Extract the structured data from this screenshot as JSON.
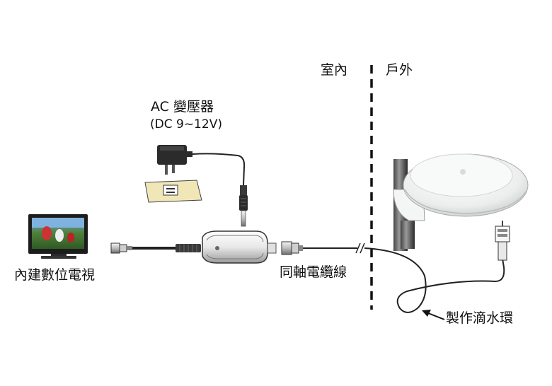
{
  "labels": {
    "indoor": "室內",
    "outdoor": "戶外",
    "adapter_title": "AC 變壓器",
    "adapter_spec": "(DC 9~12V)",
    "tv": "內建數位電視",
    "coax": "同軸電纜線",
    "drip_loop": "製作滴水環"
  },
  "colors": {
    "cable": "#222222",
    "divider": "#111111",
    "device_body": "#e6e6e6",
    "antenna_body": "#f2f3f3",
    "adapter_body": "#2b2b2b"
  },
  "icons": {
    "tv": "tv-icon",
    "adapter": "ac-adapter-icon",
    "amplifier": "amplifier-icon",
    "antenna": "outdoor-antenna-icon",
    "arrow": "arrow-icon"
  }
}
